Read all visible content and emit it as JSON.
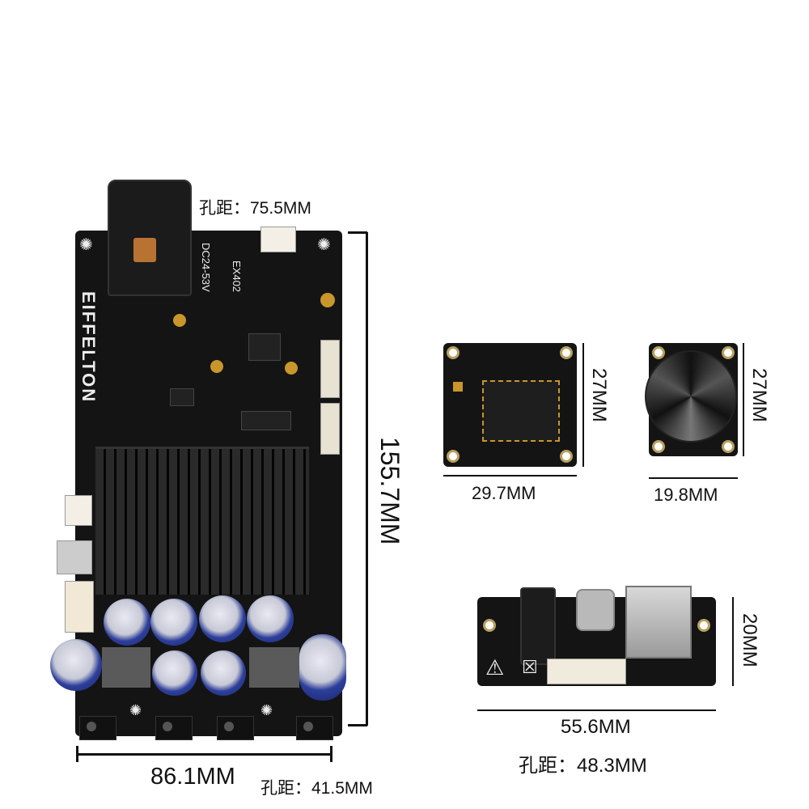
{
  "main_board": {
    "brand": "EIFFELTON",
    "model": "EX402",
    "power_rating": "DC24-53V",
    "hole_spacing_top": "孔距：75.5MM",
    "height": "155.7MM",
    "width": "86.1MM",
    "hole_spacing_bottom": "孔距：41.5MM"
  },
  "bt_module": {
    "height": "27MM",
    "width": "29.7MM"
  },
  "knob_module": {
    "height": "27MM",
    "width": "19.8MM"
  },
  "io_board": {
    "height": "20MM",
    "width": "55.6MM",
    "hole_spacing": "孔距：48.3MM"
  }
}
